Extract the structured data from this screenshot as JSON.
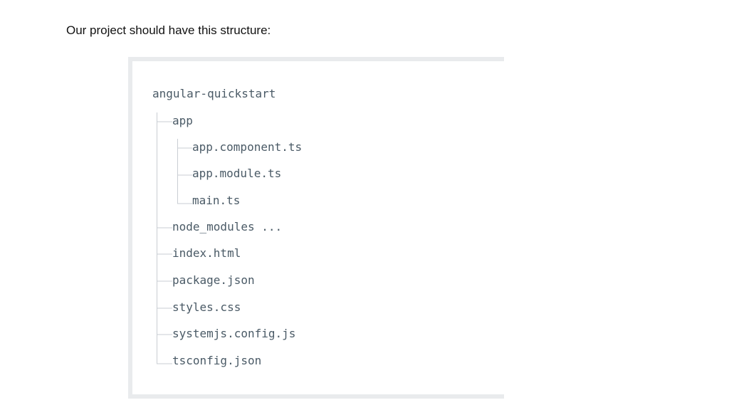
{
  "heading": "Our project should have this structure:",
  "tree": {
    "root": "angular-quickstart",
    "app": "app",
    "app_component": "app.component.ts",
    "app_module": "app.module.ts",
    "main": "main.ts",
    "node_modules": "node_modules ...",
    "index": "index.html",
    "package": "package.json",
    "styles": "styles.css",
    "systemjs": "systemjs.config.js",
    "tsconfig": "tsconfig.json"
  },
  "colors": {
    "text": "#4a5a66",
    "lines": "#c9ced3",
    "frame": "#e9ebed"
  }
}
